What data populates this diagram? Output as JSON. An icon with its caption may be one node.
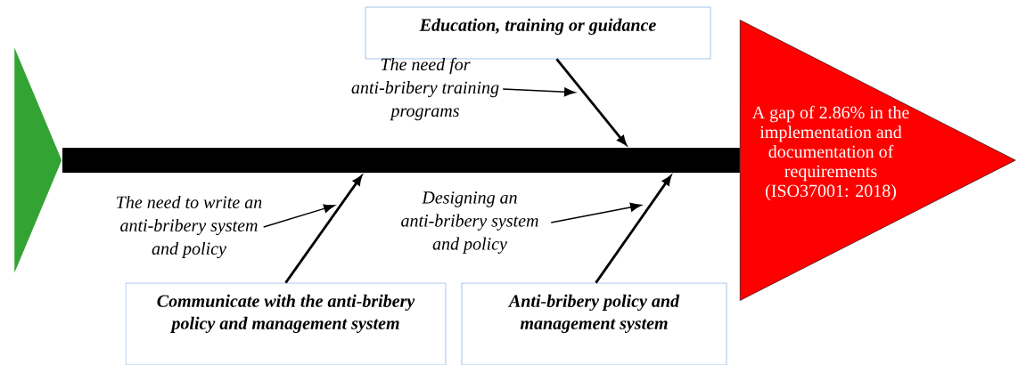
{
  "diagram": {
    "nodes": [
      {
        "text": [
          "Education, training or guidance"
        ]
      },
      {
        "text": [
          "The need for anti-bribery training programs"
        ]
      },
      {
        "text": [],
        "shape": "triangle"
      },
      {
        "text": [
          "A gap of 2.86% in the implementation and documentation of requirements (ISO37001: 2018)"
        ]
      },
      {
        "text": [
          "The need to write an anti-bribery system and policy"
        ]
      },
      {
        "text": [
          "Designing an anti-bribery system and policy"
        ]
      },
      {
        "text": [
          "Communicate with the anti-bribery policy and management system"
        ]
      },
      {
        "text": [
          "Anti-bribery policy and management system"
        ]
      }
    ],
    "edges": [
      {
        "from": 2,
        "to": 3,
        "arrow": "none",
        "style": "thick"
      },
      {
        "from": 0,
        "to": null,
        "arrow": "to"
      },
      {
        "from": 1,
        "to": null,
        "arrow": "to"
      },
      {
        "from": 6,
        "to": null,
        "arrow": "to"
      },
      {
        "from": 4,
        "to": null,
        "arrow": "to"
      },
      {
        "from": 7,
        "to": null,
        "arrow": "to"
      },
      {
        "from": 5,
        "to": null,
        "arrow": "to"
      }
    ]
  }
}
